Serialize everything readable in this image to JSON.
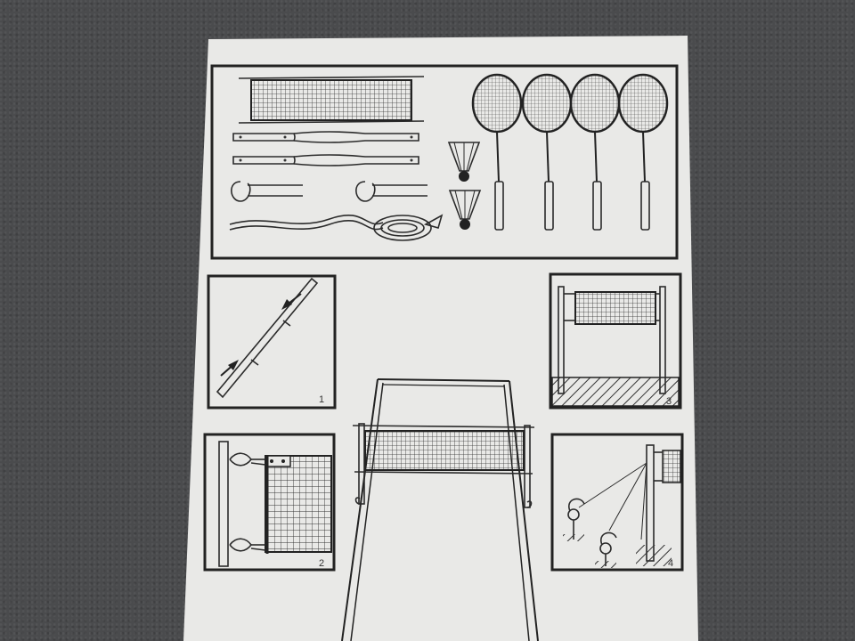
{
  "panels": [
    {
      "id": "step-1",
      "number": "1"
    },
    {
      "id": "step-2",
      "number": "2"
    },
    {
      "id": "step-3",
      "number": "3"
    },
    {
      "id": "step-4",
      "number": "4"
    }
  ],
  "colors": {
    "paper": "#e9e9e7",
    "ink": "#2b2b2b",
    "background": "#4a4b4d"
  },
  "icons": [
    "net-icon",
    "pole-icon",
    "shuttlecock-icon",
    "racket-icon",
    "guy-rope-icon",
    "stake-icon",
    "arrow-icon"
  ]
}
